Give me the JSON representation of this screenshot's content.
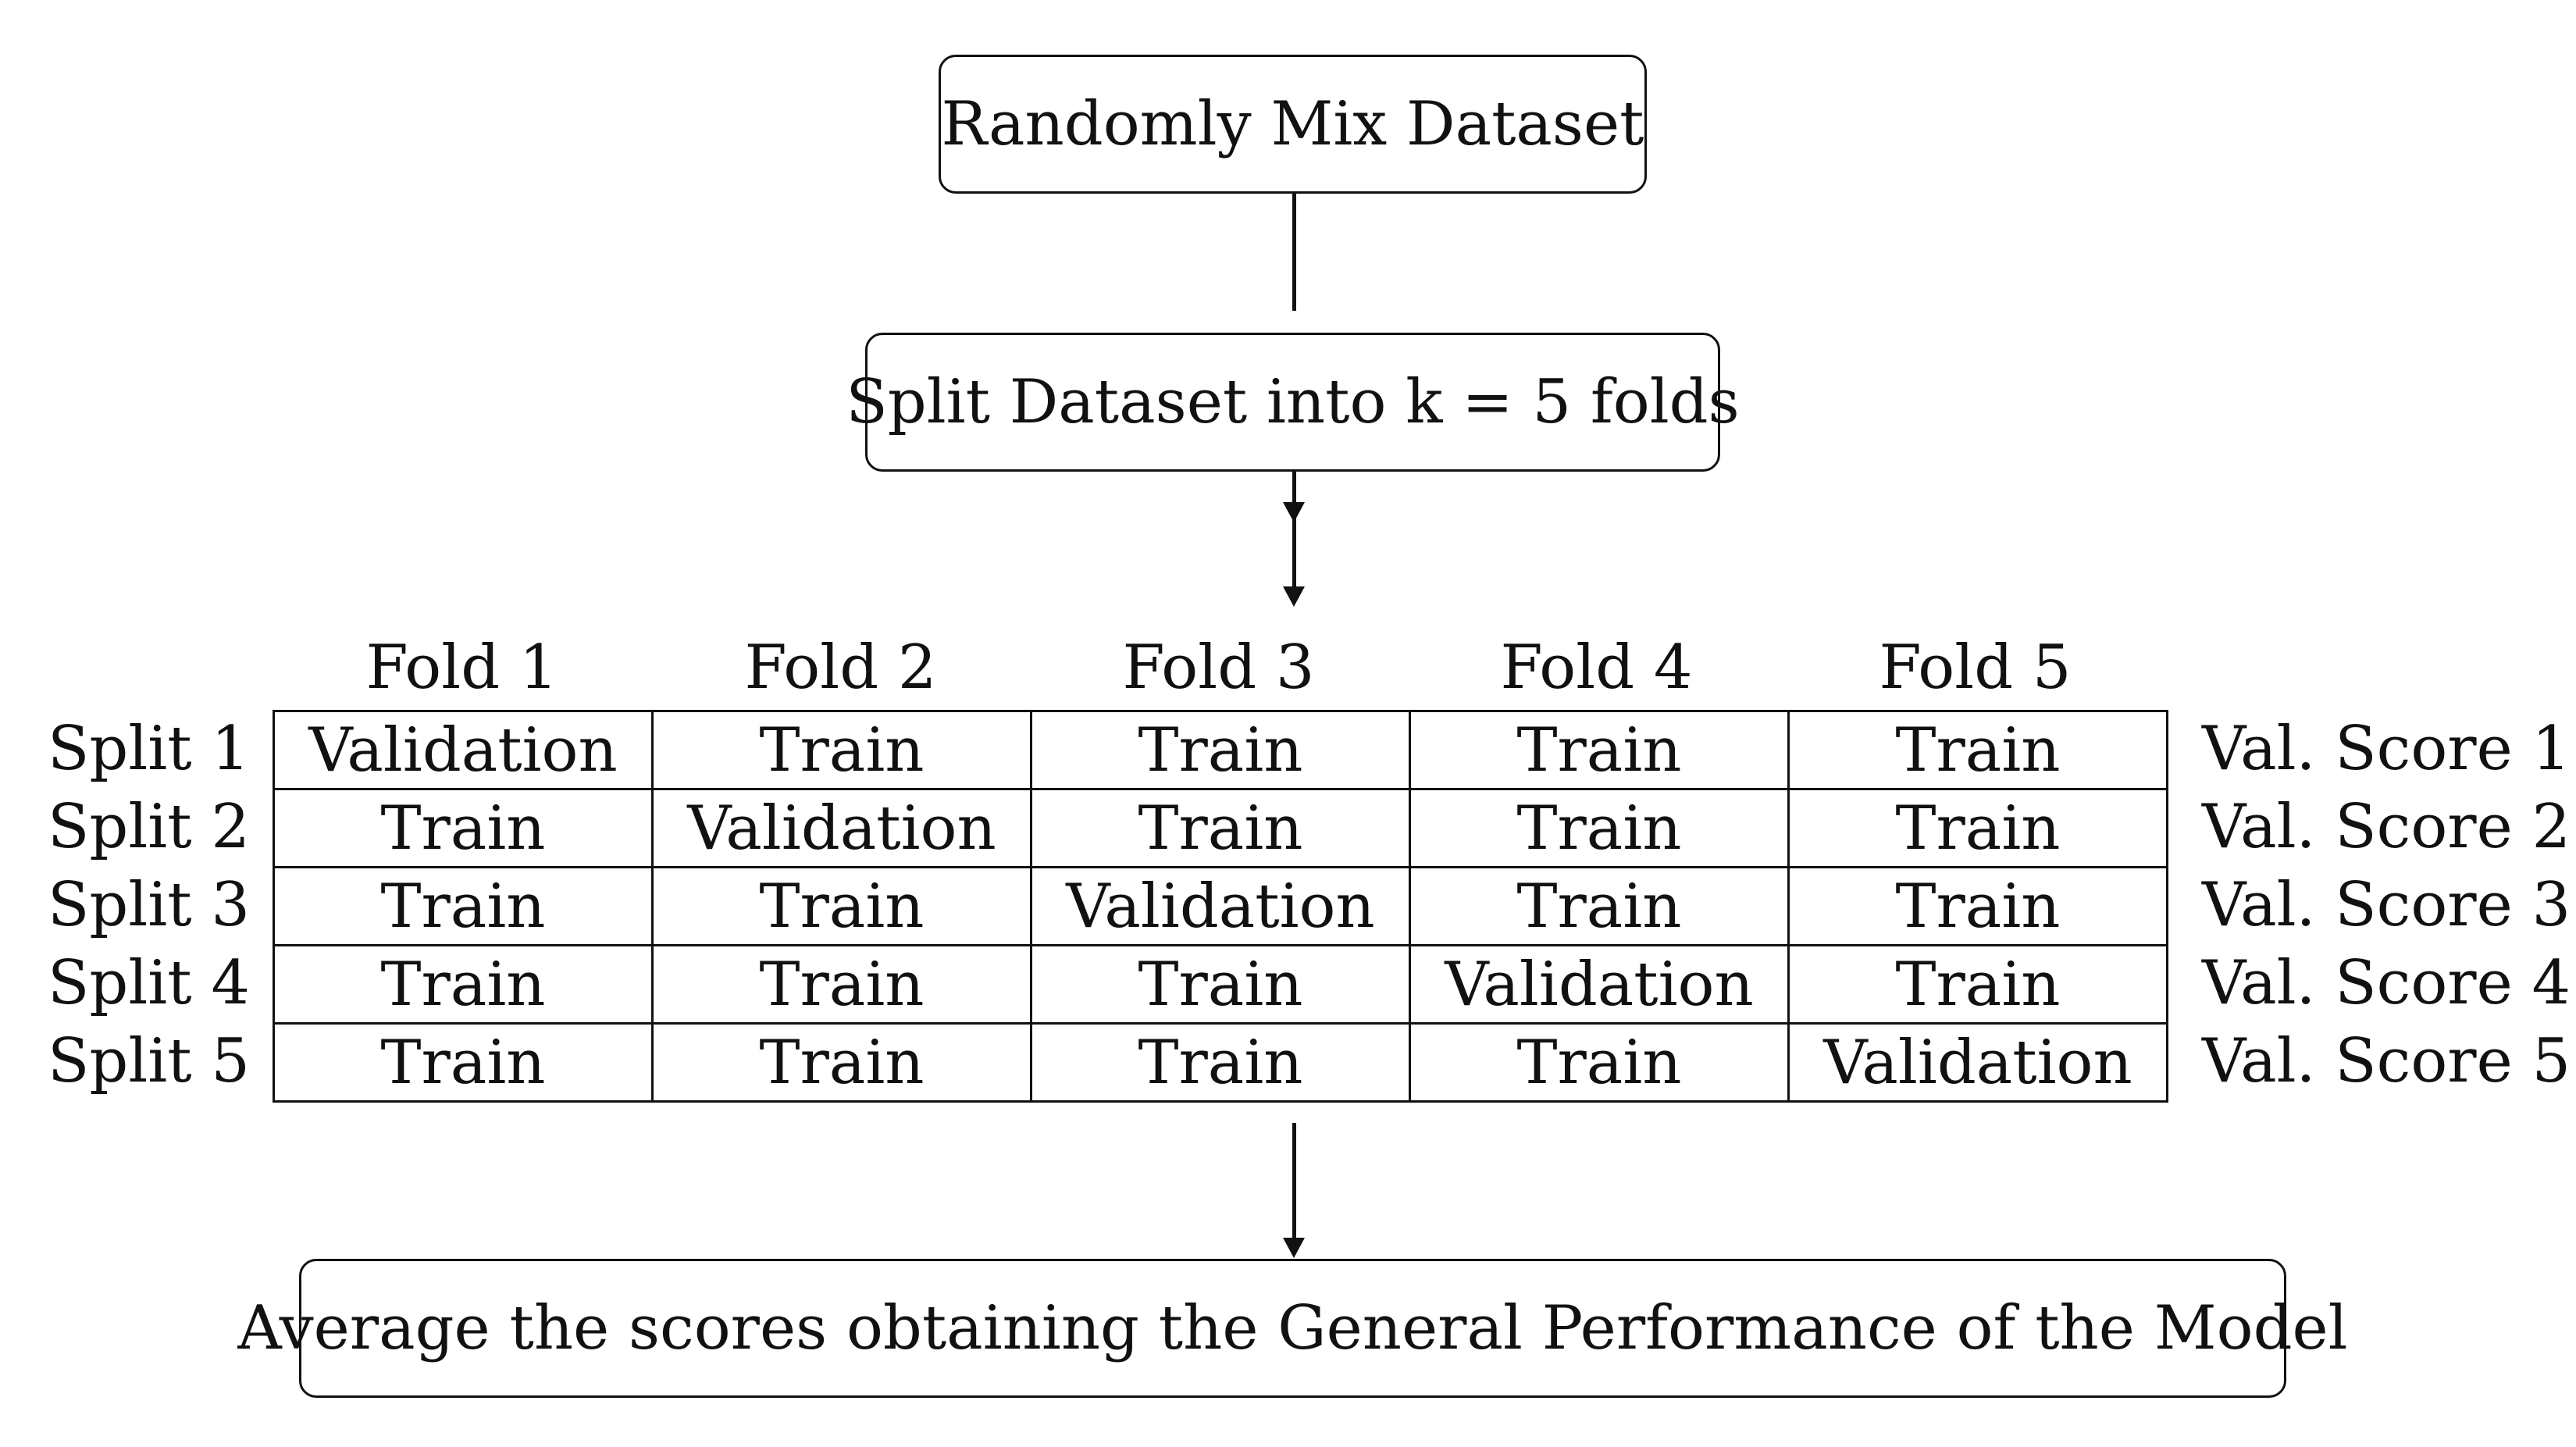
{
  "boxes": {
    "mix": "Randomly Mix Dataset",
    "split": "Split Dataset into k = 5 folds",
    "average": "Average the scores obtaining the General Performance of the Model"
  },
  "table": {
    "fold_headers": [
      "Fold 1",
      "Fold 2",
      "Fold 3",
      "Fold 4",
      "Fold 5"
    ],
    "rows": [
      {
        "split": "Split 1",
        "cells": [
          "Validation",
          "Train",
          "Train",
          "Train",
          "Train"
        ],
        "score": "Val. Score 1"
      },
      {
        "split": "Split 2",
        "cells": [
          "Train",
          "Validation",
          "Train",
          "Train",
          "Train"
        ],
        "score": "Val. Score 2"
      },
      {
        "split": "Split 3",
        "cells": [
          "Train",
          "Train",
          "Validation",
          "Train",
          "Train"
        ],
        "score": "Val. Score 3"
      },
      {
        "split": "Split 4",
        "cells": [
          "Train",
          "Train",
          "Train",
          "Validation",
          "Train"
        ],
        "score": "Val. Score 4"
      },
      {
        "split": "Split 5",
        "cells": [
          "Train",
          "Train",
          "Train",
          "Train",
          "Validation"
        ],
        "score": "Val. Score 5"
      }
    ]
  }
}
